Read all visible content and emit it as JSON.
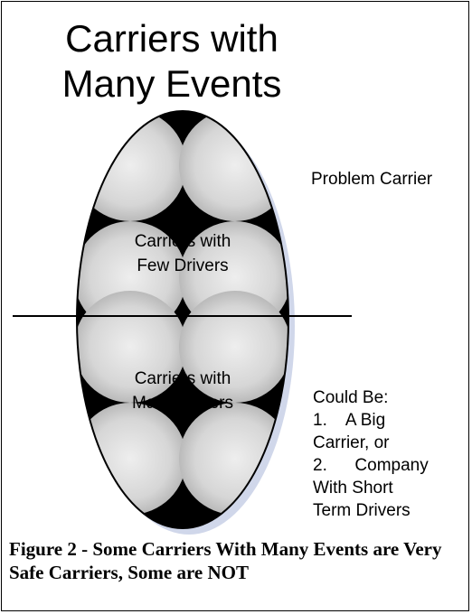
{
  "title": "Carriers with\nMany Events",
  "regions": {
    "top_label_line1": "Carriers with",
    "top_label_line2": "Few Drivers",
    "bottom_label_line1": "Carriers with",
    "bottom_label_line2": "Many Drivers"
  },
  "side_labels": {
    "problem_carrier": "Problem Carrier",
    "could_be": "Could Be:",
    "option_1_number": "1.",
    "option_1_text_a": "A Big",
    "option_1_text_b": "Carrier, or",
    "option_2_number": "2.",
    "option_2_text_a": "Company",
    "option_2_text_b": "With Short",
    "option_2_text_c": "Term Drivers"
  },
  "caption": "Figure 2 - Some Carriers With Many Events are Very Safe Carriers, Some are NOT",
  "colors": {
    "oval_fill": "#000000",
    "bubble_light": "#eeeeee",
    "bubble_dark": "#b0b0b0",
    "shadow": "#a9b6d8"
  }
}
